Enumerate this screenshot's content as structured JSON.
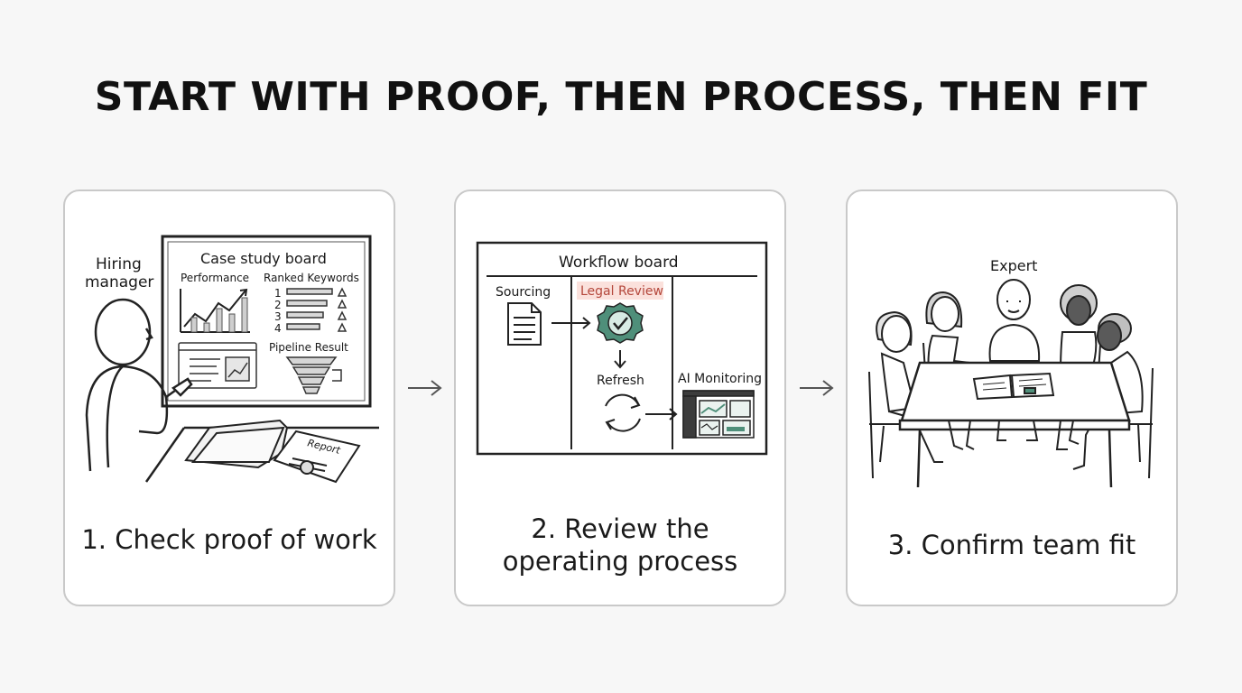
{
  "title": "START WITH PROOF, THEN PROCESS, THEN FIT",
  "steps": [
    {
      "caption": "1. Check proof of work",
      "person_label": [
        "Hiring",
        "manager"
      ],
      "board_title": "Case study board",
      "performance_label": "Performance",
      "keywords_label": "Ranked Keywords",
      "ranks": [
        "1",
        "2",
        "3",
        "4"
      ],
      "pipeline_label": "Pipeline Result",
      "report_label": "Report"
    },
    {
      "caption_lines": [
        "2. Review the",
        "operating process"
      ],
      "board_title": "Workflow board",
      "sourcing_label": "Sourcing",
      "legal_label": "Legal Review",
      "refresh_label": "Refresh",
      "monitoring_label": "AI Monitoring"
    },
    {
      "caption": "3. Confirm team fit",
      "expert_label": "Expert"
    }
  ],
  "colors": {
    "accent_green": "#4f8f7a",
    "badge_fill": "#d8ebe4",
    "legal_highlight": "#fbe1dc",
    "legal_text": "#b4473b"
  }
}
